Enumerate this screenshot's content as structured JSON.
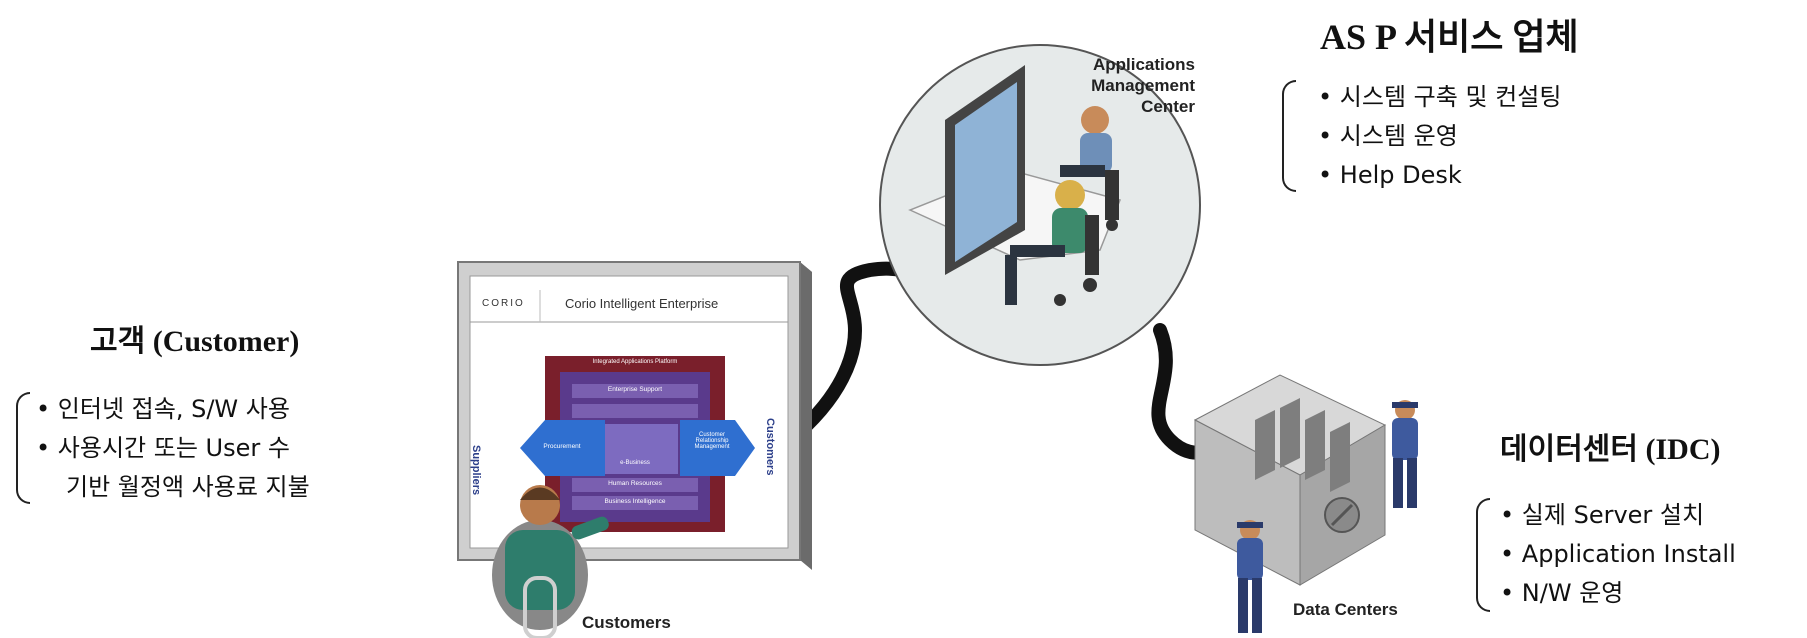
{
  "asp": {
    "title": "AS P 서비스 업체",
    "items": [
      "시스템 구축 및 컨설팅",
      "시스템 운영",
      "Help Desk"
    ]
  },
  "customer": {
    "title": "고객 (Customer)",
    "items": [
      "인터넷 접속, S/W 사용",
      "사용시간 또는 User 수",
      "기반 월정액 사용료 지불"
    ]
  },
  "idc": {
    "title": "데이터센터 (IDC)",
    "items": [
      "실제 Server 설치",
      "Application Install",
      "N/W 운영"
    ]
  },
  "illustration": {
    "amc_label": [
      "Applications",
      "Management",
      "Center"
    ],
    "customers_label": "Customers",
    "datacenters_label": "Data Centers",
    "screen": {
      "brand": "CORIO",
      "header": "Corio Intelligent Enterprise",
      "platform": "Integrated Applications Platform",
      "enterprise_support": "Enterprise Support",
      "procurement": "Procurement",
      "crm": "Customer Relationship Management",
      "human_resources": "Human Resources",
      "business_intelligence": "Business Intelligence",
      "ebusiness": "e-Business",
      "suppliers": "Suppliers",
      "customers": "Customers"
    }
  },
  "colors": {
    "screen_bg": "#8fb3d6",
    "frame_red": "#7a1f2b",
    "inner_purple": "#5a3a8c",
    "arrow_blue": "#2f6fd0",
    "cable": "#111111",
    "circle_bg": "#e6eaea"
  }
}
